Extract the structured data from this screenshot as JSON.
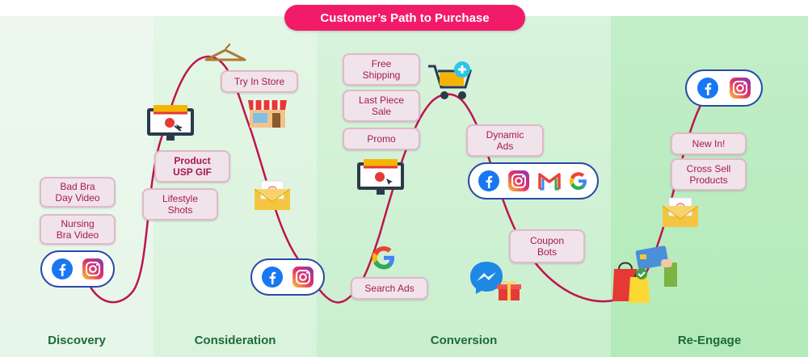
{
  "title": "Customer’s Path to Purchase",
  "stages": [
    {
      "label": "Discovery"
    },
    {
      "label": "Consideration"
    },
    {
      "label": "Conversion"
    },
    {
      "label": "Re-Engage"
    }
  ],
  "tags": {
    "bad_bra": "Bad Bra\nDay Video",
    "nursing": "Nursing\nBra Video",
    "product_usp": "Product\nUSP GIF",
    "lifestyle": "Lifestyle\nShots",
    "try_in_store": "Try In Store",
    "free_shipping": "Free\nShipping",
    "last_piece": "Last Piece\nSale",
    "promo": "Promo",
    "search_ads": "Search Ads",
    "dynamic_ads": "Dynamic\nAds",
    "coupon_bots": "Coupon\nBots",
    "new_in": "New In!",
    "cross_sell": "Cross Sell\nProducts"
  },
  "colors": {
    "title_bg": "#f21b6a",
    "curve": "#c0134f",
    "tag_text": "#a8174e",
    "stage_label": "#1d6b3a",
    "facebook": "#1877f2",
    "instagram": "#d6249f"
  },
  "icons": [
    "facebook-icon",
    "instagram-icon",
    "gmail-icon",
    "google-icon",
    "messenger-icon",
    "gift-icon",
    "hanger-icon",
    "store-icon",
    "email-icon",
    "shopping-cart-icon",
    "online-shop-icon",
    "shopping-bag-icon",
    "credit-card-icon"
  ]
}
